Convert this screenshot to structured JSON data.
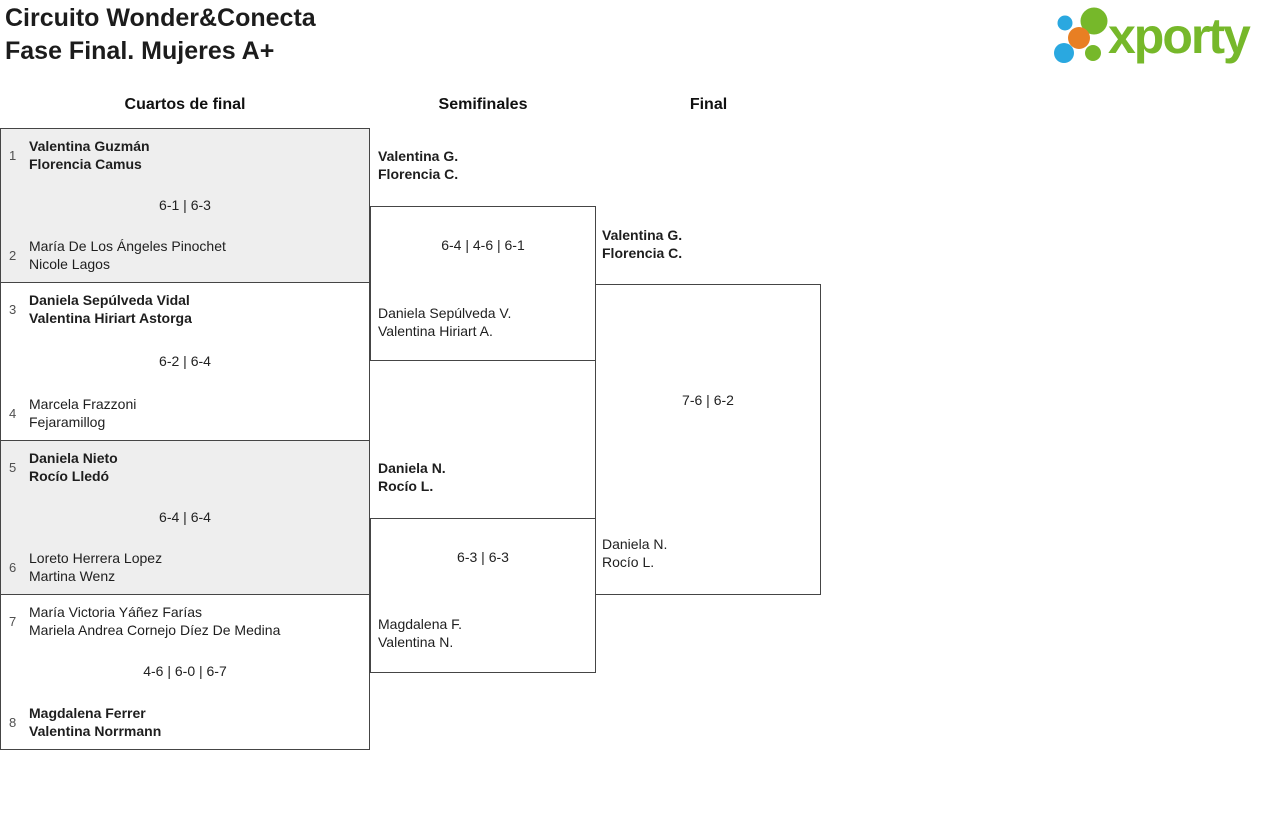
{
  "title": {
    "line1": "Circuito Wonder&Conecta",
    "line2": "Fase Final. Mujeres A+"
  },
  "logo": {
    "brand": "xporty",
    "dot_colors": {
      "blue": "#2aa8e0",
      "green": "#76b82a",
      "orange": "#e87f23"
    }
  },
  "round_headers": {
    "quarterfinals": "Cuartos de final",
    "semifinals": "Semifinales",
    "final": "Final"
  },
  "quarterfinals": [
    {
      "seed1": "1",
      "team1_line1": "Valentina Guzmán",
      "team1_line2": "Florencia Camus",
      "score": "6-1 | 6-3",
      "seed2": "2",
      "team2_line1": "María De Los Ángeles Pinochet",
      "team2_line2": "Nicole Lagos"
    },
    {
      "seed1": "3",
      "team1_line1": "Daniela Sepúlveda Vidal",
      "team1_line2": "Valentina Hiriart Astorga",
      "score": "6-2 | 6-4",
      "seed2": "4",
      "team2_line1": "Marcela Frazzoni",
      "team2_line2": "Fejaramillog"
    },
    {
      "seed1": "5",
      "team1_line1": "Daniela Nieto",
      "team1_line2": "Rocío Lledó",
      "score": "6-4 | 6-4",
      "seed2": "6",
      "team2_line1": "Loreto Herrera Lopez",
      "team2_line2": "Martina Wenz"
    },
    {
      "seed1": "7",
      "team1_line1": "María Victoria Yáñez Farías",
      "team1_line2": "Mariela Andrea Cornejo Díez De Medina",
      "score": "4-6 | 6-0 | 6-7",
      "seed2": "8",
      "team2_line1": "Magdalena Ferrer",
      "team2_line2": "Valentina Norrmann"
    }
  ],
  "semifinals": [
    {
      "team1_line1": "Valentina G.",
      "team1_line2": "Florencia C.",
      "score": "6-4 | 4-6 | 6-1",
      "team2_line1": "Daniela Sepúlveda V.",
      "team2_line2": "Valentina Hiriart A."
    },
    {
      "team1_line1": "Daniela N.",
      "team1_line2": "Rocío L.",
      "score": "6-3 | 6-3",
      "team2_line1": "Magdalena F.",
      "team2_line2": "Valentina N."
    }
  ],
  "final": {
    "team1_line1": "Valentina G.",
    "team1_line2": "Florencia C.",
    "score": "7-6 | 6-2",
    "team2_line1": "Daniela N.",
    "team2_line2": "Rocío L."
  }
}
